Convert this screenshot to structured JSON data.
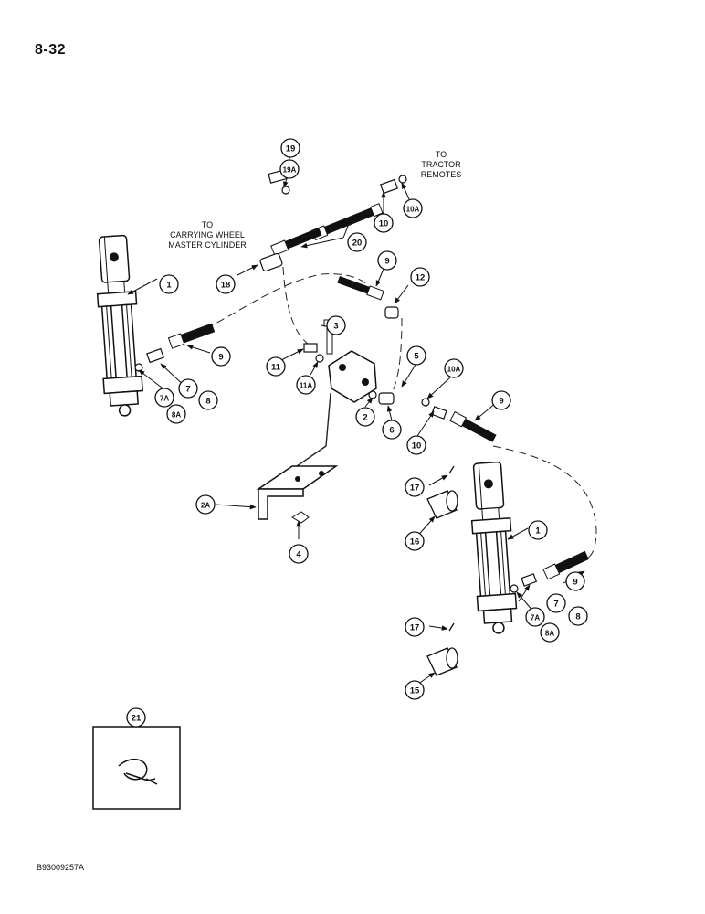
{
  "page_number": "8-32",
  "figure_code": "B93009257A",
  "notes": {
    "tractor": [
      "TO",
      "TRACTOR",
      "REMOTES"
    ],
    "carrying": [
      "TO",
      "CARRYING WHEEL",
      "MASTER CYLINDER"
    ]
  },
  "callouts": {
    "c19": "19",
    "c19a": "19A",
    "c10a_top": "10A",
    "c10_top": "10",
    "c20": "20",
    "c18": "18",
    "c9_top": "9",
    "c12": "12",
    "c1_left": "1",
    "c3": "3",
    "c9_left": "9",
    "c11": "11",
    "c11a": "11A",
    "c7_left": "7",
    "c8_left": "8",
    "c7a_left": "7A",
    "c8a_left": "8A",
    "c5": "5",
    "c10a_mid": "10A",
    "c9_right": "9",
    "c2": "2",
    "c6": "6",
    "c10_mid": "10",
    "c17_top": "17",
    "c2a": "2A",
    "c16": "16",
    "c1_right": "1",
    "c4": "4",
    "c9_low": "9",
    "c7_right": "7",
    "c8_right": "8",
    "c7a_right": "7A",
    "c8a_right": "8A",
    "c17_low": "17",
    "c15": "15",
    "c21": "21"
  },
  "icons": [
    "hydraulic-cylinder-icon",
    "hose-icon",
    "fitting-icon",
    "valve-icon",
    "bracket-icon",
    "pin-icon",
    "strap-icon"
  ]
}
